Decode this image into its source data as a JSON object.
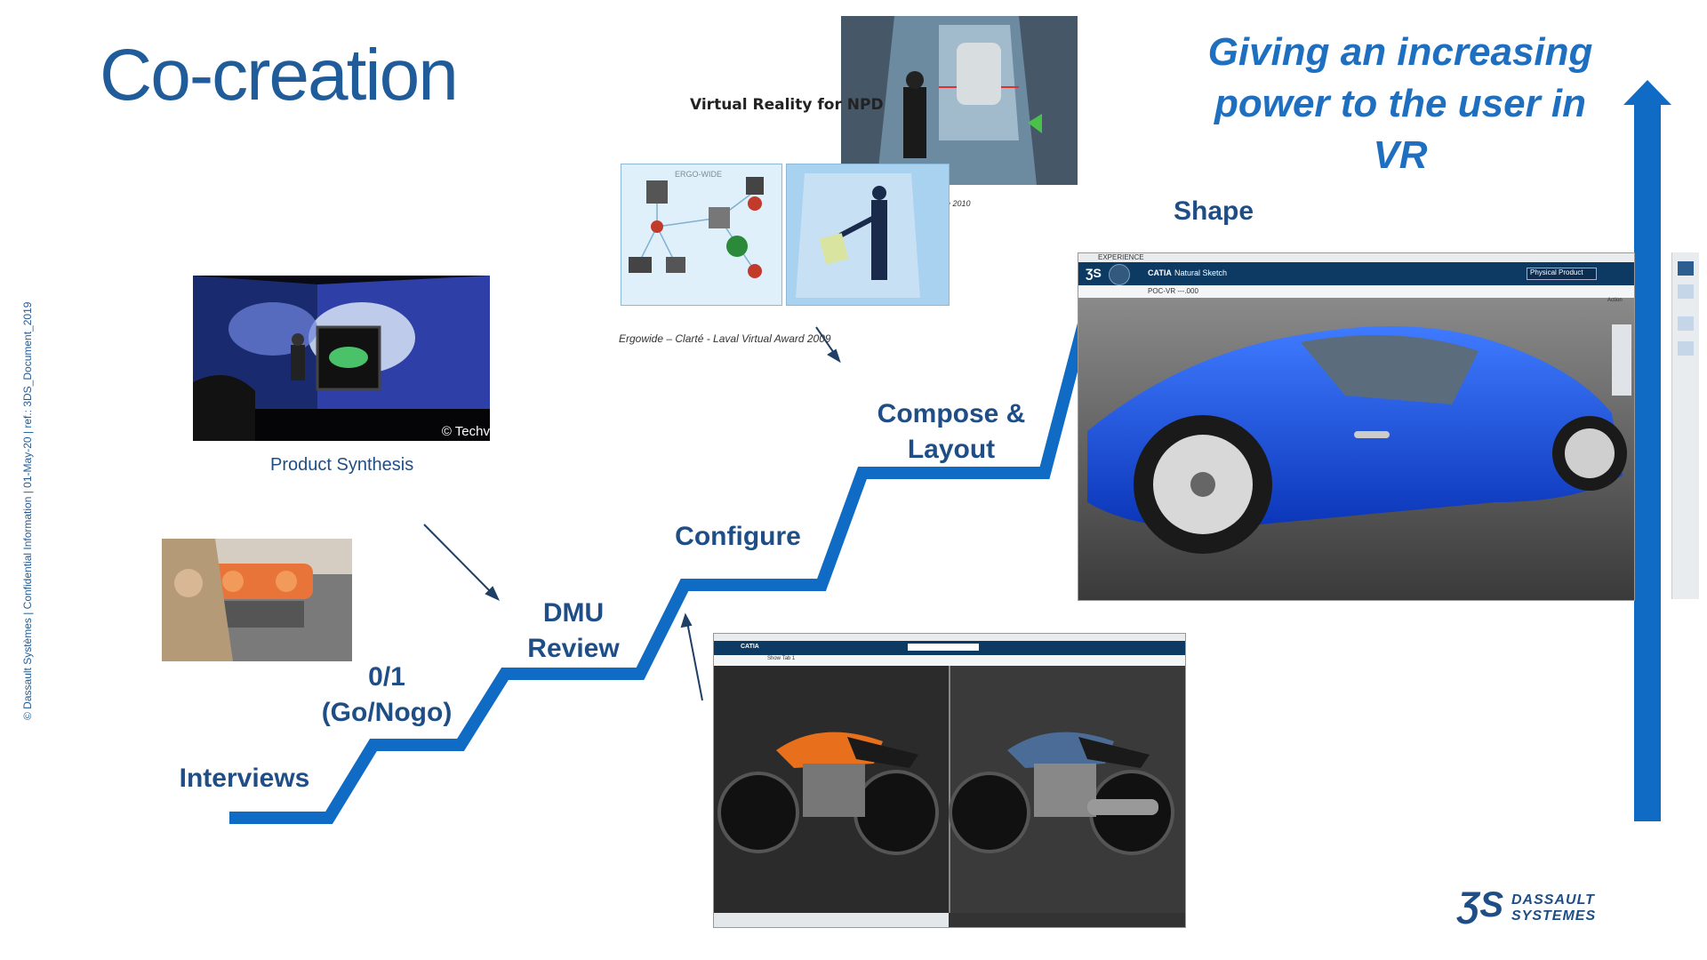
{
  "slide": {
    "title": "Co-creation",
    "side_note": "© Dassault Systèmes | Confidential Information | 01-May-20 | ref.: 3DS_Document_2019",
    "headline_line1": "Giving an increasing",
    "headline_line2": "power to the user in VR"
  },
  "steps": {
    "interviews": "Interviews",
    "gonogo_line1": "0/1",
    "gonogo_line2": "(Go/Nogo)",
    "dmu_line1": "DMU",
    "dmu_line2": "Review",
    "configure": "Configure",
    "compose_line1": "Compose &",
    "compose_line2": "Layout",
    "shape": "Shape"
  },
  "captions": {
    "product_synthesis": "Product Synthesis",
    "techviz_credit": "© Techv",
    "vr_npd": "Virtual Reality for NPD",
    "award": "Ergowide – Clarté - Laval Virtual Award 2009",
    "year_fragment": "e 2010"
  },
  "catia_window": {
    "tab_label": "EXPERIENCE",
    "app_name": "CATIA",
    "app_sub": "Natural Sketch",
    "dropdown": "Physical Product",
    "doc_name": "POC-VR ---.000",
    "action_label": "Action"
  },
  "moto_window": {
    "app_name": "CATIA",
    "tab_label": "Show Tab 1"
  },
  "ergo_diagram": {
    "logo_text": "ERGO-WIDE"
  },
  "logo": {
    "line1": "DASSAULT",
    "line2": "SYSTEMES"
  },
  "colors": {
    "title_blue": "#1f5c99",
    "stair_blue": "#0f6bc4",
    "step_text": "#1f4e86",
    "headline_blue": "#1f6fc0"
  }
}
